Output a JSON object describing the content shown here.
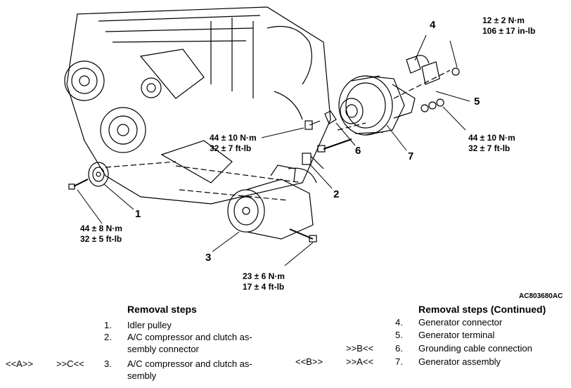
{
  "torques": {
    "t1_line1": "12 ± 2 N·m",
    "t1_line2": "106 ± 17 in-lb",
    "t2_line1": "44 ± 10 N·m",
    "t2_line2": "32 ± 7 ft-lb",
    "t3_line1": "44 ± 10 N·m",
    "t3_line2": "32 ± 7 ft-lb",
    "t4_line1": "44 ± 8 N·m",
    "t4_line2": "32 ± 5 ft-lb",
    "t5_line1": "23 ± 6 N·m",
    "t5_line2": "17 ± 4 ft-lb"
  },
  "callouts": {
    "c1": "1",
    "c2": "2",
    "c3": "3",
    "c4": "4",
    "c5": "5",
    "c6": "6",
    "c7": "7"
  },
  "figure_id": "AC803680AC",
  "left_steps": {
    "heading": "Removal steps",
    "s1_num": "1.",
    "s1_text": "Idler pulley",
    "s2_num": "2.",
    "s2_text_a": "A/C compressor and clutch as-",
    "s2_text_b": "sembly connector",
    "s3_ref1": "<<A>>",
    "s3_ref2": ">>C<<",
    "s3_num": "3.",
    "s3_text_a": "A/C compressor and clutch as-",
    "s3_text_b": "sembly"
  },
  "right_steps": {
    "heading": "Removal steps (Continued)",
    "s4_num": "4.",
    "s4_text": "Generator connector",
    "s5_num": "5.",
    "s5_text": "Generator terminal",
    "s6_ref": ">>B<<",
    "s6_num": "6.",
    "s6_text": "Grounding cable connection",
    "s7_ref1": "<<B>>",
    "s7_ref2": ">>A<<",
    "s7_num": "7.",
    "s7_text": "Generator assembly"
  }
}
